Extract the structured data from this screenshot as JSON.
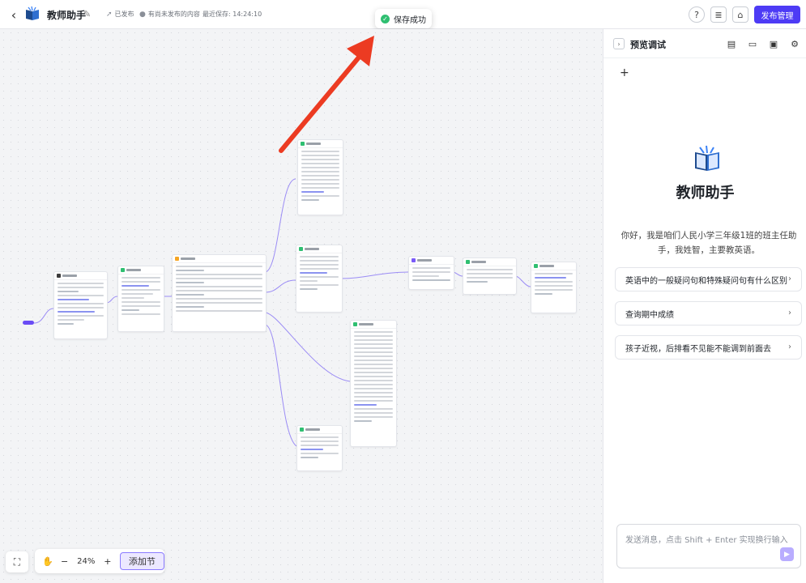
{
  "header": {
    "app_title": "教师助手",
    "published": "已发布",
    "unpublished": "有尚未发布的内容",
    "last_saved": "最近保存: 14:24:10",
    "publish_label": "发布管理"
  },
  "toast": {
    "message": "保存成功"
  },
  "toolbar": {
    "zoom": "24%",
    "add_node_label": "添加节"
  },
  "panel": {
    "title": "预览调试",
    "bot_name": "教师助手",
    "greeting": "你好，我是咱们人民小学三年级1班的班主任助手，我姓智，主要教英语。",
    "suggestions": [
      "英语中的一般疑问句和特殊疑问句有什么区别",
      "查询期中成绩",
      "孩子近视，后排看不见能不能调到前面去"
    ],
    "input_placeholder": "发送消息，点击 Shift + Enter 实现换行输入"
  },
  "colors": {
    "accent": "#4d3bf5",
    "arrow": "#ec3b22",
    "success": "#2fbf71"
  }
}
